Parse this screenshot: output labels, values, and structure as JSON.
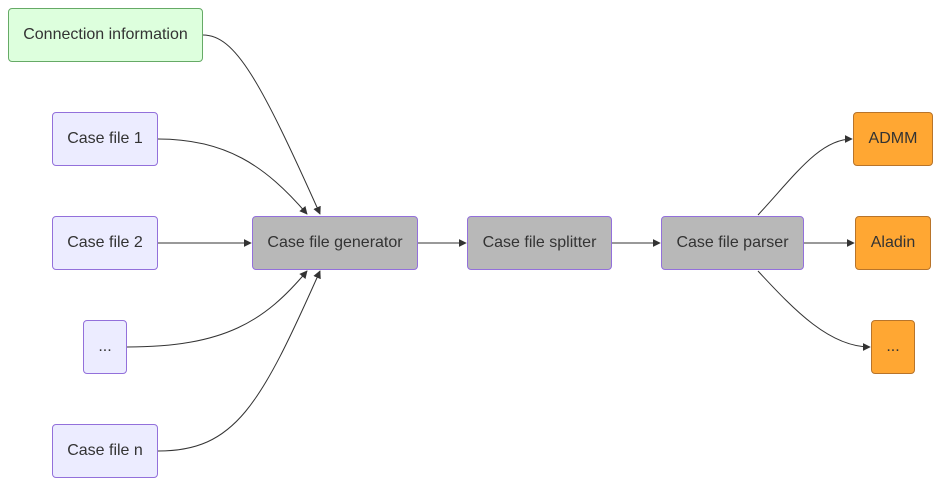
{
  "nodes": {
    "connection_information": "Connection information",
    "case_file_1": "Case file 1",
    "case_file_2": "Case file 2",
    "ellipsis_input": "...",
    "case_file_n": "Case file n",
    "case_file_generator": "Case file generator",
    "case_file_splitter": "Case file splitter",
    "case_file_parser": "Case file parser",
    "admm": "ADMM",
    "aladin": "Aladin",
    "ellipsis_output": "..."
  },
  "edges": [
    {
      "from": "connection_information",
      "to": "case_file_generator"
    },
    {
      "from": "case_file_1",
      "to": "case_file_generator"
    },
    {
      "from": "case_file_2",
      "to": "case_file_generator"
    },
    {
      "from": "ellipsis_input",
      "to": "case_file_generator"
    },
    {
      "from": "case_file_n",
      "to": "case_file_generator"
    },
    {
      "from": "case_file_generator",
      "to": "case_file_splitter"
    },
    {
      "from": "case_file_splitter",
      "to": "case_file_parser"
    },
    {
      "from": "case_file_parser",
      "to": "admm"
    },
    {
      "from": "case_file_parser",
      "to": "aladin"
    },
    {
      "from": "case_file_parser",
      "to": "ellipsis_output"
    }
  ],
  "colors": {
    "connection_fill": "#ddffdd",
    "input_fill": "#ececff",
    "process_fill": "#b8b8b8",
    "output_fill": "#ffa733",
    "edge": "#333333"
  }
}
